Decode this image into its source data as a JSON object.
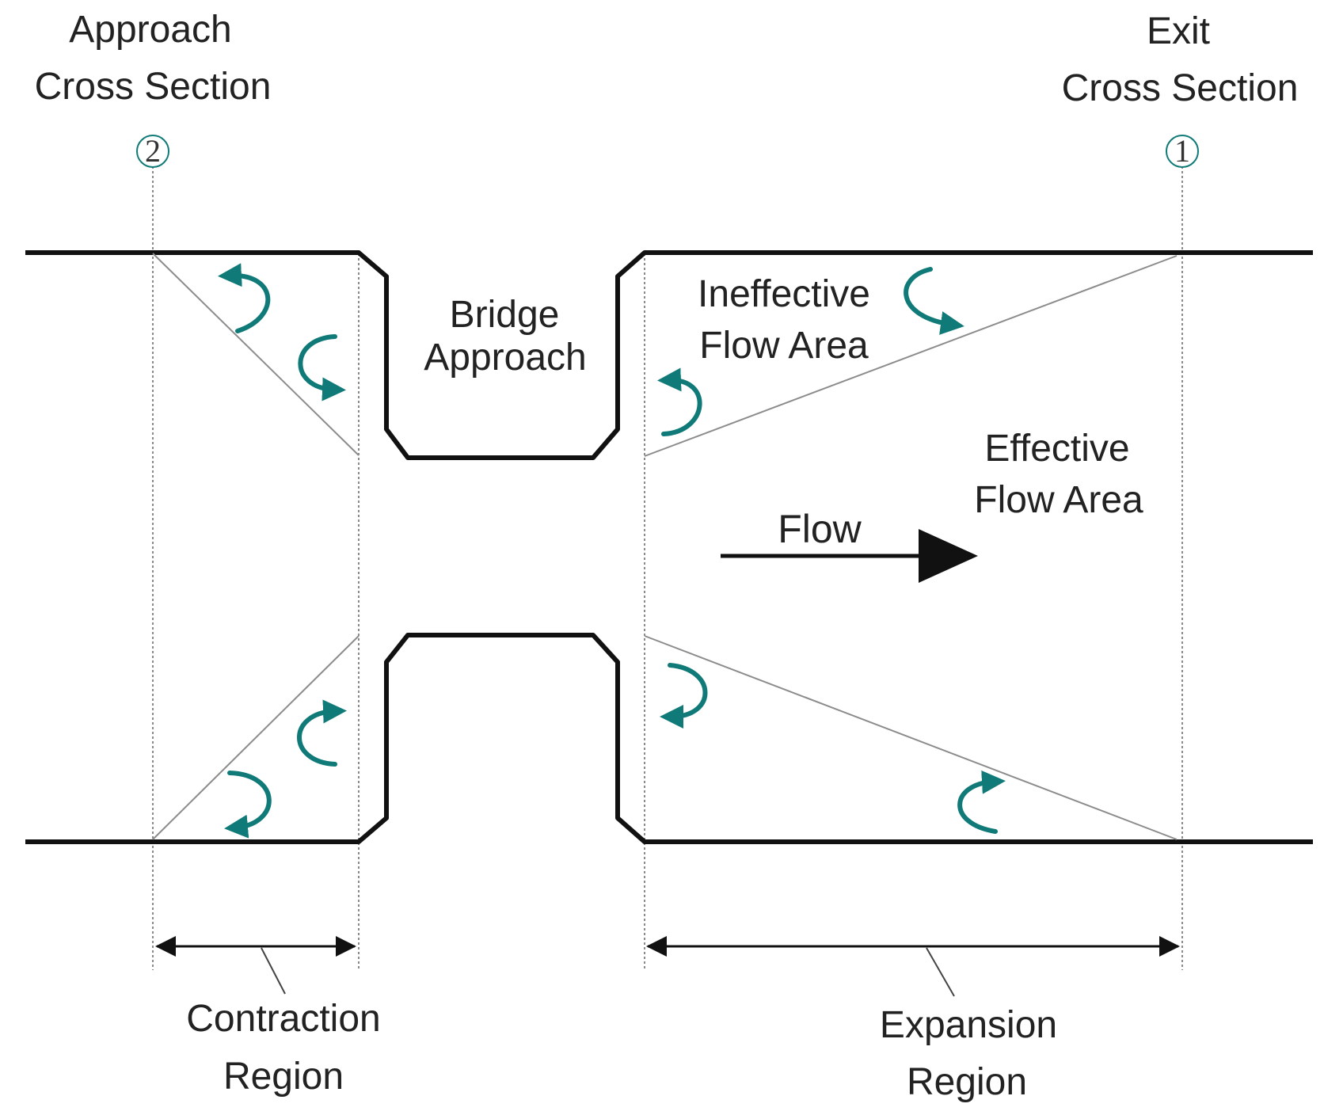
{
  "labels": {
    "approach_line1": "Approach",
    "approach_line2": "Cross Section",
    "exit_line1": "Exit",
    "exit_line2": "Cross Section",
    "bridge_line1": "Bridge",
    "bridge_line2": "Approach",
    "ineffective_line1": "Ineffective",
    "ineffective_line2": "Flow Area",
    "effective_line1": "Effective",
    "effective_line2": "Flow Area",
    "flow": "Flow",
    "contraction_line1": "Contraction",
    "contraction_line2": "Region",
    "expansion_line1": "Expansion",
    "expansion_line2": "Region"
  },
  "sections": {
    "approach_number": "2",
    "exit_number": "1"
  },
  "colors": {
    "eddy": "#0f7a78",
    "bank": "#111111",
    "guide": "#8a8a8a"
  }
}
